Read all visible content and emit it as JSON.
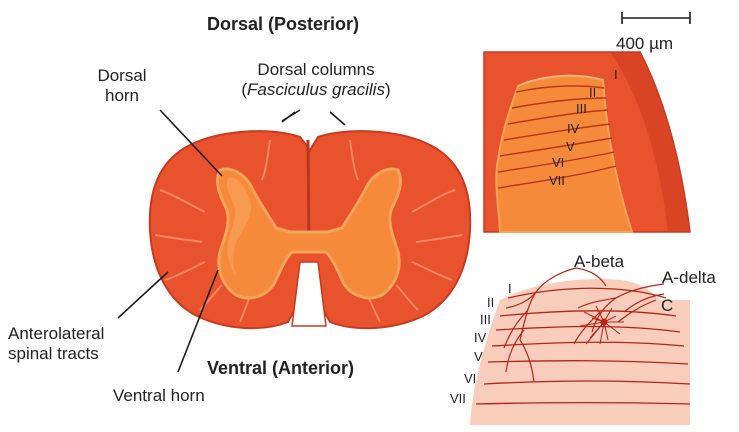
{
  "colors": {
    "white_matter": "#e8532d",
    "white_matter_edge": "#c9381f",
    "gray_matter": "#f48a3a",
    "gray_matter_light": "#f6a45a",
    "tract_line": "#ff8a60",
    "fiber": "#b52418",
    "laminae_fill": "#f9cdbb"
  },
  "labels": {
    "title_dorsal": "Dorsal (Posterior)",
    "title_ventral": "Ventral (Anterior)",
    "dorsal_horn": [
      "Dorsal",
      "horn"
    ],
    "dorsal_columns_1": "Dorsal columns",
    "dorsal_columns_2_pre": "(",
    "dorsal_columns_2_it": "Fasciculus gracilis",
    "dorsal_columns_2_post": ")",
    "anterolateral": [
      "Anterolateral",
      "spinal tracts"
    ],
    "ventral_horn": "Ventral horn",
    "scale": "400 µm"
  },
  "laminae_upper": [
    "I",
    "II",
    "III",
    "IV",
    "V",
    "VI",
    "VII"
  ],
  "laminae_lower": [
    "I",
    "II",
    "III",
    "IV",
    "V",
    "VI",
    "VII"
  ],
  "fibers": [
    "A-beta",
    "A-delta",
    "C"
  ]
}
